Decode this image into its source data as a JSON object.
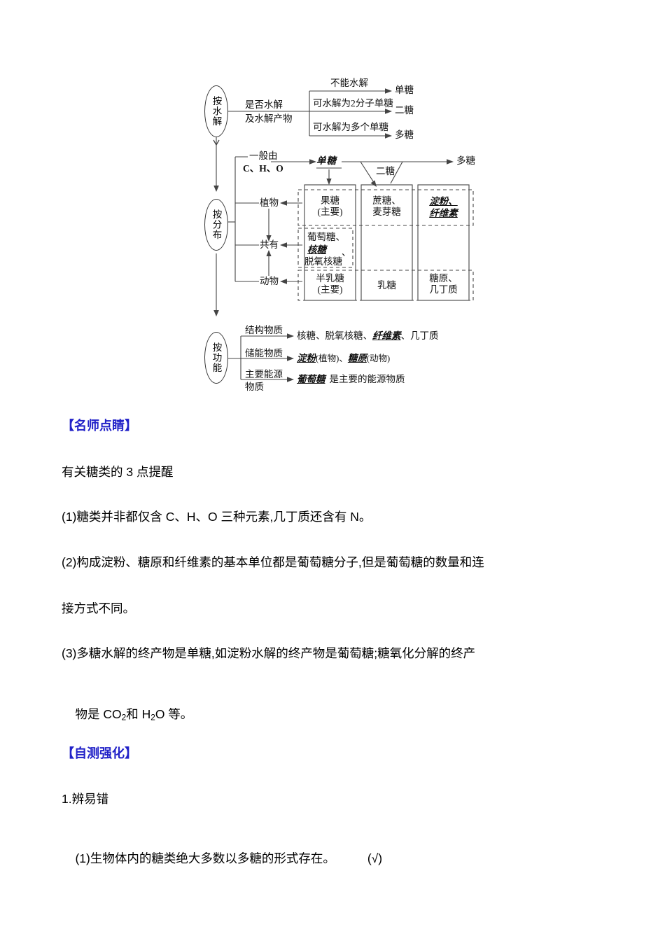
{
  "diagram": {
    "nodes": {
      "by_hydrolysis": "按水解",
      "by_distribution": "按分布",
      "by_function": "按功能"
    },
    "hydrolysis": {
      "criterion_line1": "是否水解",
      "criterion_line2": "及水解产物",
      "branches": [
        {
          "condition": "不能水解",
          "result": "单糖"
        },
        {
          "condition": "可水解为2分子单糖",
          "result": "二糖"
        },
        {
          "condition": "可水解为多个单糖",
          "result": "多糖"
        }
      ]
    },
    "distribution": {
      "elements_line1": "一般由",
      "elements_line2": "C、H、O",
      "row_labels": [
        "植物",
        "共有",
        "动物"
      ],
      "col_headers": [
        "单糖",
        "二糖",
        "多糖"
      ],
      "cells": {
        "plant": {
          "mono": "果糖\n(主要)",
          "di": "蔗糖、\n麦芽糖",
          "poly": "淀粉、\n纤维素"
        },
        "shared": {
          "mono_a": "葡萄糖、",
          "mono_b": "核糖",
          "mono_b_tail": "、",
          "mono_c": "脱氧核糖"
        },
        "animal": {
          "mono": "半乳糖\n(主要)",
          "di": "乳糖",
          "poly": "糖原、\n几丁质"
        }
      }
    },
    "function": {
      "rows": [
        {
          "label_line1": "结构物质",
          "label_line2": "",
          "value_plain_1": "核糖、脱氧核糖、",
          "value_emph": "纤维素",
          "value_plain_2": "、几丁质"
        },
        {
          "label_line1": "储能物质",
          "label_line2": "",
          "value_emph_1": "淀粉",
          "value_plain_1": "(植物)、",
          "value_emph_2": "糖原",
          "value_plain_2": "(动物)"
        },
        {
          "label_line1": "主要能源",
          "label_line2": "物质",
          "value_emph": "葡萄糖",
          "value_plain": "是主要的能源物质"
        }
      ]
    }
  },
  "sections": {
    "tip_heading": "【名师点睛】",
    "tip_intro": "有关糖类的 3 点提醒",
    "tip_1": "(1)糖类并非都仅含 C、H、O 三种元素,几丁质还含有 N。",
    "tip_2_line1": "(2)构成淀粉、糖原和纤维素的基本单位都是葡萄糖分子,但是葡萄糖的数量和连",
    "tip_2_line2": "接方式不同。",
    "tip_3_line1": "(3)多糖水解的终产物是单糖,如淀粉水解的终产物是葡萄糖;糖氧化分解的终产",
    "tip_3_line2_a": "物是 CO",
    "tip_3_line2_sub1": "2",
    "tip_3_line2_b": "和 H",
    "tip_3_line2_sub2": "2",
    "tip_3_line2_c": "O 等。",
    "selftest_heading": "【自测强化】",
    "selftest_item_label": "1.辨易错",
    "selftest_q1": "(1)生物体内的糖类绝大多数以多糖的形式存在。",
    "selftest_q1_answer": "(√)"
  },
  "colors": {
    "heading_blue": "#2222c8",
    "line_gray": "#444444",
    "text_black": "#000000"
  }
}
